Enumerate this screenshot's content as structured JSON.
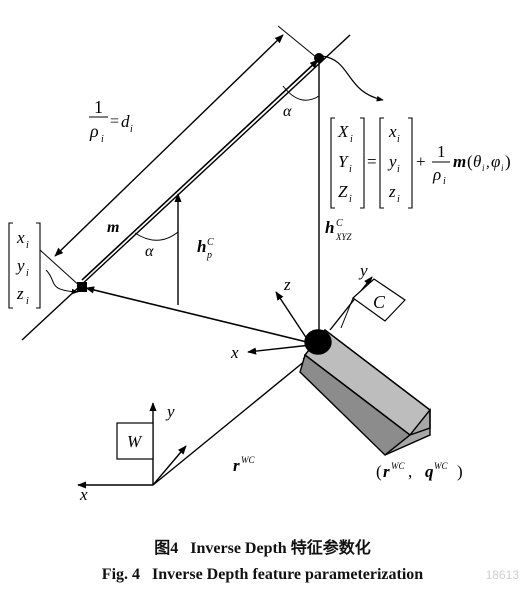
{
  "figure": {
    "labels": {
      "inv_rho_num": "1",
      "inv_rho_den": "ρ",
      "inv_rho_sub": "i",
      "eq_d": "=",
      "d": "d",
      "d_sub": "i",
      "alpha_top": "α",
      "alpha_mid": "α",
      "m": "m",
      "h_p": "h",
      "h_p_sup": "C",
      "h_p_sub": "p",
      "h_xyz": "h",
      "h_xyz_sup": "C",
      "h_xyz_sub": "XYZ",
      "x_i": "x",
      "y_i": "y",
      "z_i": "z",
      "sub_i": "i",
      "X_i": "X",
      "Y_i": "Y",
      "Z_i": "Z",
      "eq": "=",
      "plus": "+",
      "frac_num": "1",
      "frac_den": "ρ",
      "m_func": "m",
      "m_args_open": "(",
      "theta": "θ",
      "comma": ",",
      "phi": "φ",
      "m_args_close": ")",
      "cam_x": "x",
      "cam_y": "y",
      "cam_z": "z",
      "cam_C": "C",
      "world_x": "x",
      "world_y": "y",
      "world_W": "W",
      "r_wc": "r",
      "wc_sup": "WC",
      "pose_open": "(",
      "pose_r": "r",
      "pose_sep": ",",
      "pose_q": "q",
      "pose_close": ")"
    }
  },
  "caption": {
    "cn": "图4   Inverse Depth 特征参数化",
    "en": "Fig. 4   Inverse Depth feature parameterization"
  },
  "watermark": "18613"
}
